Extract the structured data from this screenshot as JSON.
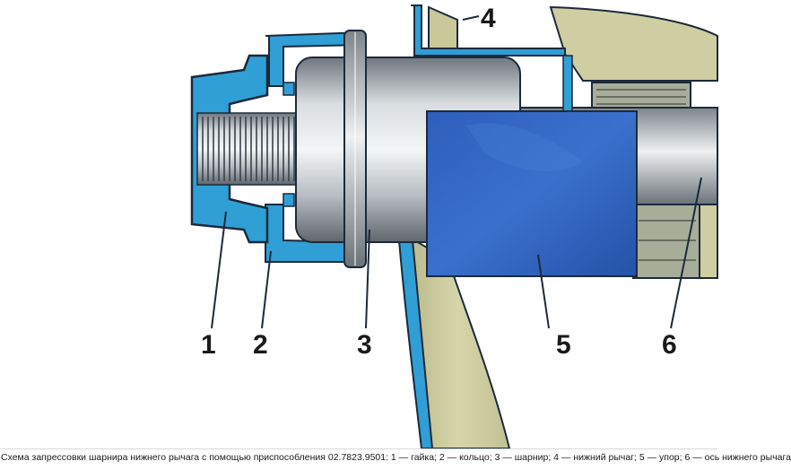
{
  "callouts": [
    "1",
    "2",
    "3",
    "4",
    "5",
    "6"
  ],
  "caption": "Схема запрессовки шарнира нижнего рычага с помощью приспособления 02.7823.9501: 1 — гайка; 2 — кольцо; 3 — шарнир; 4 — нижний рычаг; 5 —  упор; 6 — ось нижнего рычага",
  "colors": {
    "tool_blue": "#2f9fd6",
    "plate_blue": "#2a5fb8",
    "lever_olive": "#c9c89a",
    "metal_gray": "#9aa0a6",
    "outline": "#1c2a3a"
  }
}
